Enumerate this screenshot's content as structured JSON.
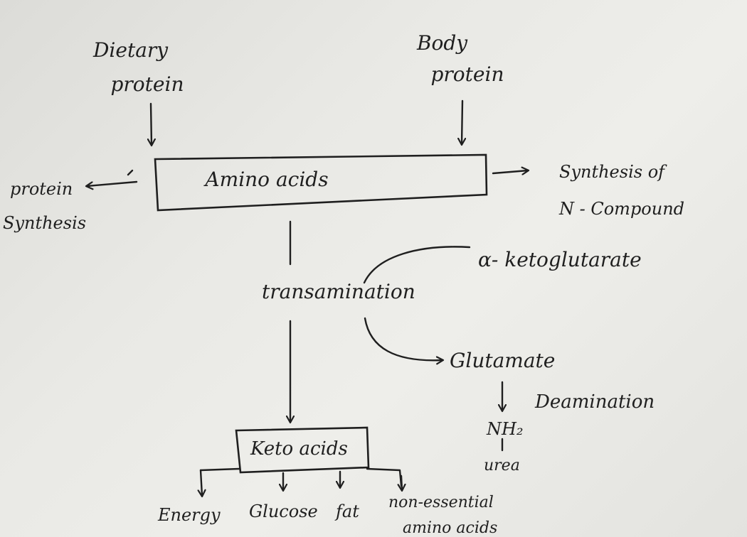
{
  "nodes": {
    "dietary_protein": [
      "Dietary",
      "protein"
    ],
    "body_protein": [
      "Body",
      "protein"
    ],
    "amino_acids": "Amino  acids",
    "protein_synthesis": [
      "protein",
      "Synthesis"
    ],
    "synthesis_n_compound": [
      "Synthesis of",
      "N - Compound"
    ],
    "transamination": "transamination",
    "alpha_ketoglutarate": "α- ketoglutarate",
    "glutamate": "Glutamate",
    "deamination": "Deamination",
    "nh2": "NH₂",
    "urea": "urea",
    "keto_acids": "Keto acids",
    "energy": "Energy",
    "glucose": "Glucose",
    "fat": "fat",
    "non_essential_amino_acids": [
      "non-essential",
      "amino acids"
    ]
  }
}
